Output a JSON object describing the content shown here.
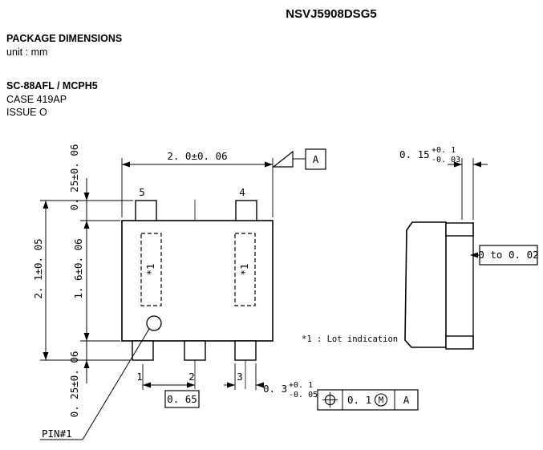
{
  "header": {
    "title": "NSVJ5908DSG5",
    "section": "PACKAGE DIMENSIONS",
    "unit_note": "unit : mm",
    "package_name": "SC-88AFL / MCPH5",
    "case": "CASE 419AP",
    "issue": "ISSUE O"
  },
  "front_view": {
    "pin1": "1",
    "pin2": "2",
    "pin3": "3",
    "pin4": "4",
    "pin5": "5",
    "lot_mark": "*1",
    "pin1_label": "PIN#1"
  },
  "dimensions": {
    "width": "2. 0±0. 06",
    "overall_height": "2. 1±0. 05",
    "body_height": "1. 6±0. 06",
    "lead_top": "0. 25±0. 06",
    "lead_bottom": "0. 25±0. 06",
    "pitch": "0. 65",
    "lead_width": {
      "value": "0. 3",
      "plus": "+0. 1",
      "minus": "-0. 05"
    },
    "lead_thickness": {
      "value": "0. 15",
      "plus": "+0. 1",
      "minus": "-0. 03"
    },
    "standoff": "0 to 0. 02"
  },
  "datum": {
    "label": "A"
  },
  "tolerance_frame": {
    "value": "0. 1",
    "modifier": "M",
    "datum_ref": "A"
  },
  "notes": {
    "lot_indication": "*1 : Lot indication"
  }
}
